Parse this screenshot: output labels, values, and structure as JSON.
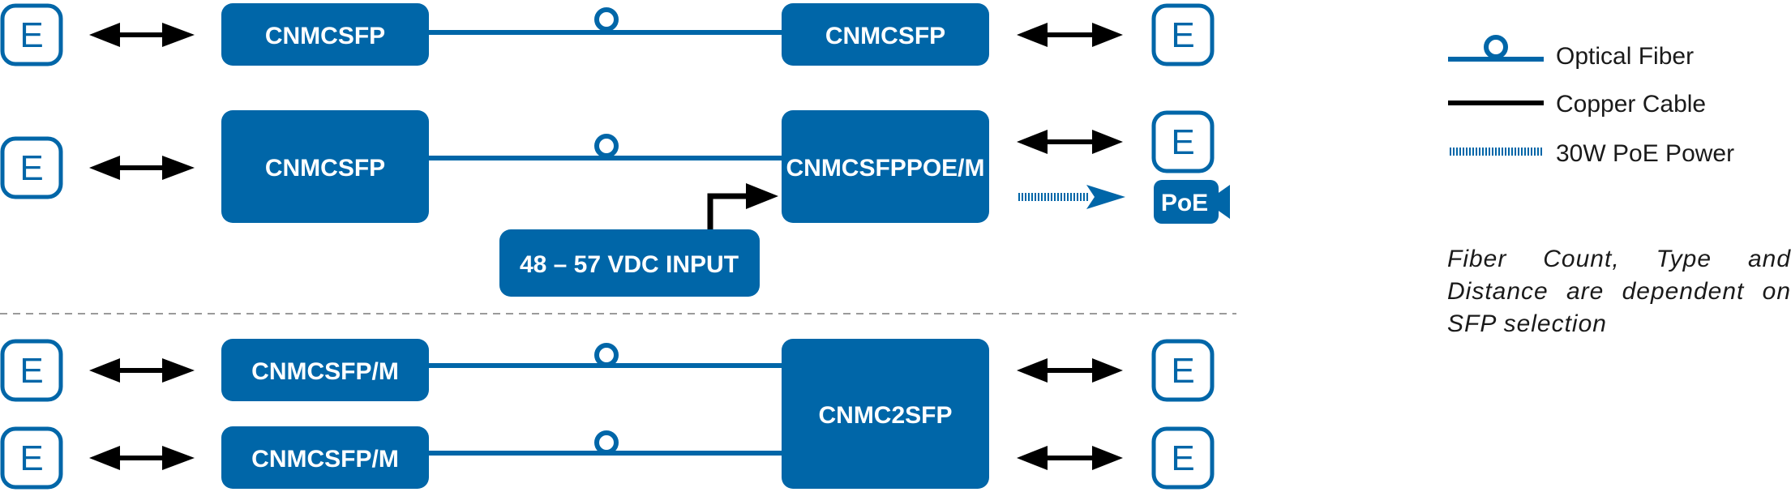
{
  "nodes": {
    "r1_left": "CNMCSFP",
    "r1_right": "CNMCSFP",
    "r2_left": "CNMCSFP",
    "r2_right": "CNMCSFPPOE/M",
    "r2_power": "48 – 57 VDC INPUT",
    "r3_left": "CNMCSFP/M",
    "r4_left": "CNMCSFP/M",
    "r34_right": "CNMC2SFP"
  },
  "ethernet_symbol": "E",
  "poe_device_label": "PoE",
  "legend": {
    "optical_fiber": "Optical Fiber",
    "copper_cable": "Copper Cable",
    "poe_power": "30W PoE Power"
  },
  "note": "Fiber Count, Type and Distance are dependent on SFP selection",
  "colors": {
    "brand_blue": "#0066a8",
    "copper_black": "#000000",
    "divider_gray": "#9a9a9a",
    "text": "#1a1a1a"
  },
  "icons": [
    "ethernet-port-icon",
    "bidirectional-arrow-icon",
    "fiber-connector-icon",
    "poe-camera-icon"
  ]
}
